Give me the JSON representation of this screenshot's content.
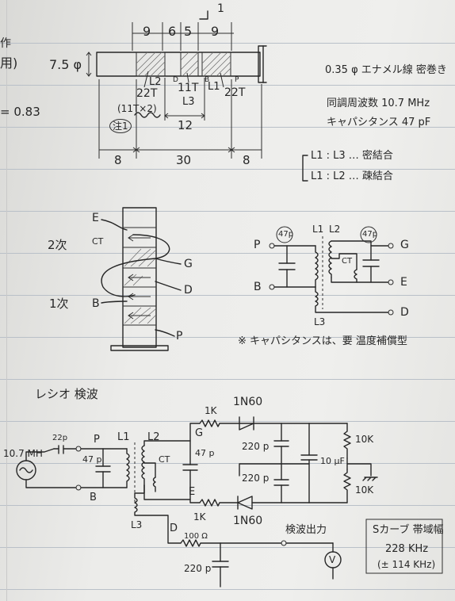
{
  "margin_notes": {
    "top": "作",
    "top2": "用)",
    "ratio": "= 0.83"
  },
  "coil_drawing": {
    "top_dims": [
      "9",
      "6",
      "5",
      "9"
    ],
    "marker": "1",
    "diameter": "7.5 φ",
    "labels": {
      "l2_turns": "22T",
      "l2": "L2",
      "l3_turns": "11T",
      "l3": "L3",
      "l1": "L1",
      "l1_turns": "22T",
      "d": "D",
      "b": "B",
      "p": "P"
    },
    "l3_note": "(11T×2)",
    "winding_start_mark": "注1",
    "inner_dim": "12",
    "bottom_dims": [
      "8",
      "30",
      "8"
    ]
  },
  "specs": {
    "wire": "0.35 φ エナメル線 密巻き",
    "frequency": "同調周波数 10.7 MHz",
    "capacitance": "キャパシタンス 47 pF",
    "coupling": [
      "L1 : L3 … 密結合",
      "L1 : L2 … 疎結合"
    ]
  },
  "winding_diagram": {
    "labels": {
      "e": "E",
      "ct": "CT",
      "g": "G",
      "d": "D",
      "b": "B",
      "p": "P"
    },
    "secondary": "2次",
    "primary": "1次"
  },
  "schematic": {
    "cap1": "47p",
    "cap2": "47p",
    "l1": "L1",
    "l2": "L2",
    "l3": "L3",
    "ct": "CT",
    "p": "P",
    "b": "B",
    "g": "G",
    "e": "E",
    "d": "D"
  },
  "note": "※ キャパシタンスは、要 温度補償型",
  "detector": {
    "title": "レシオ 検波",
    "source": "10.7 MH",
    "cap_in": "22p",
    "p": "P",
    "b": "B",
    "l1": "L1",
    "l2": "L2",
    "ct": "CT",
    "l3": "L3",
    "cap_tune": "47 p",
    "g": "G",
    "e": "E",
    "d": "D",
    "cap_tune2": "47 p",
    "r_top": "1K",
    "r_bot": "1K",
    "diode_top": "1N60",
    "diode_bot": "1N60",
    "c1": "220 p",
    "c2": "220 p",
    "elec_cap": "10 μF",
    "r_load1": "10K",
    "r_load2": "10K",
    "r_out": "100 Ω",
    "c_out": "220 p",
    "output": "検波出力",
    "meter": "V",
    "bw_title": "Sカーブ 帯域幅",
    "bw_value": "228 KHz",
    "bw_tol": "(± 114 KHz)"
  }
}
